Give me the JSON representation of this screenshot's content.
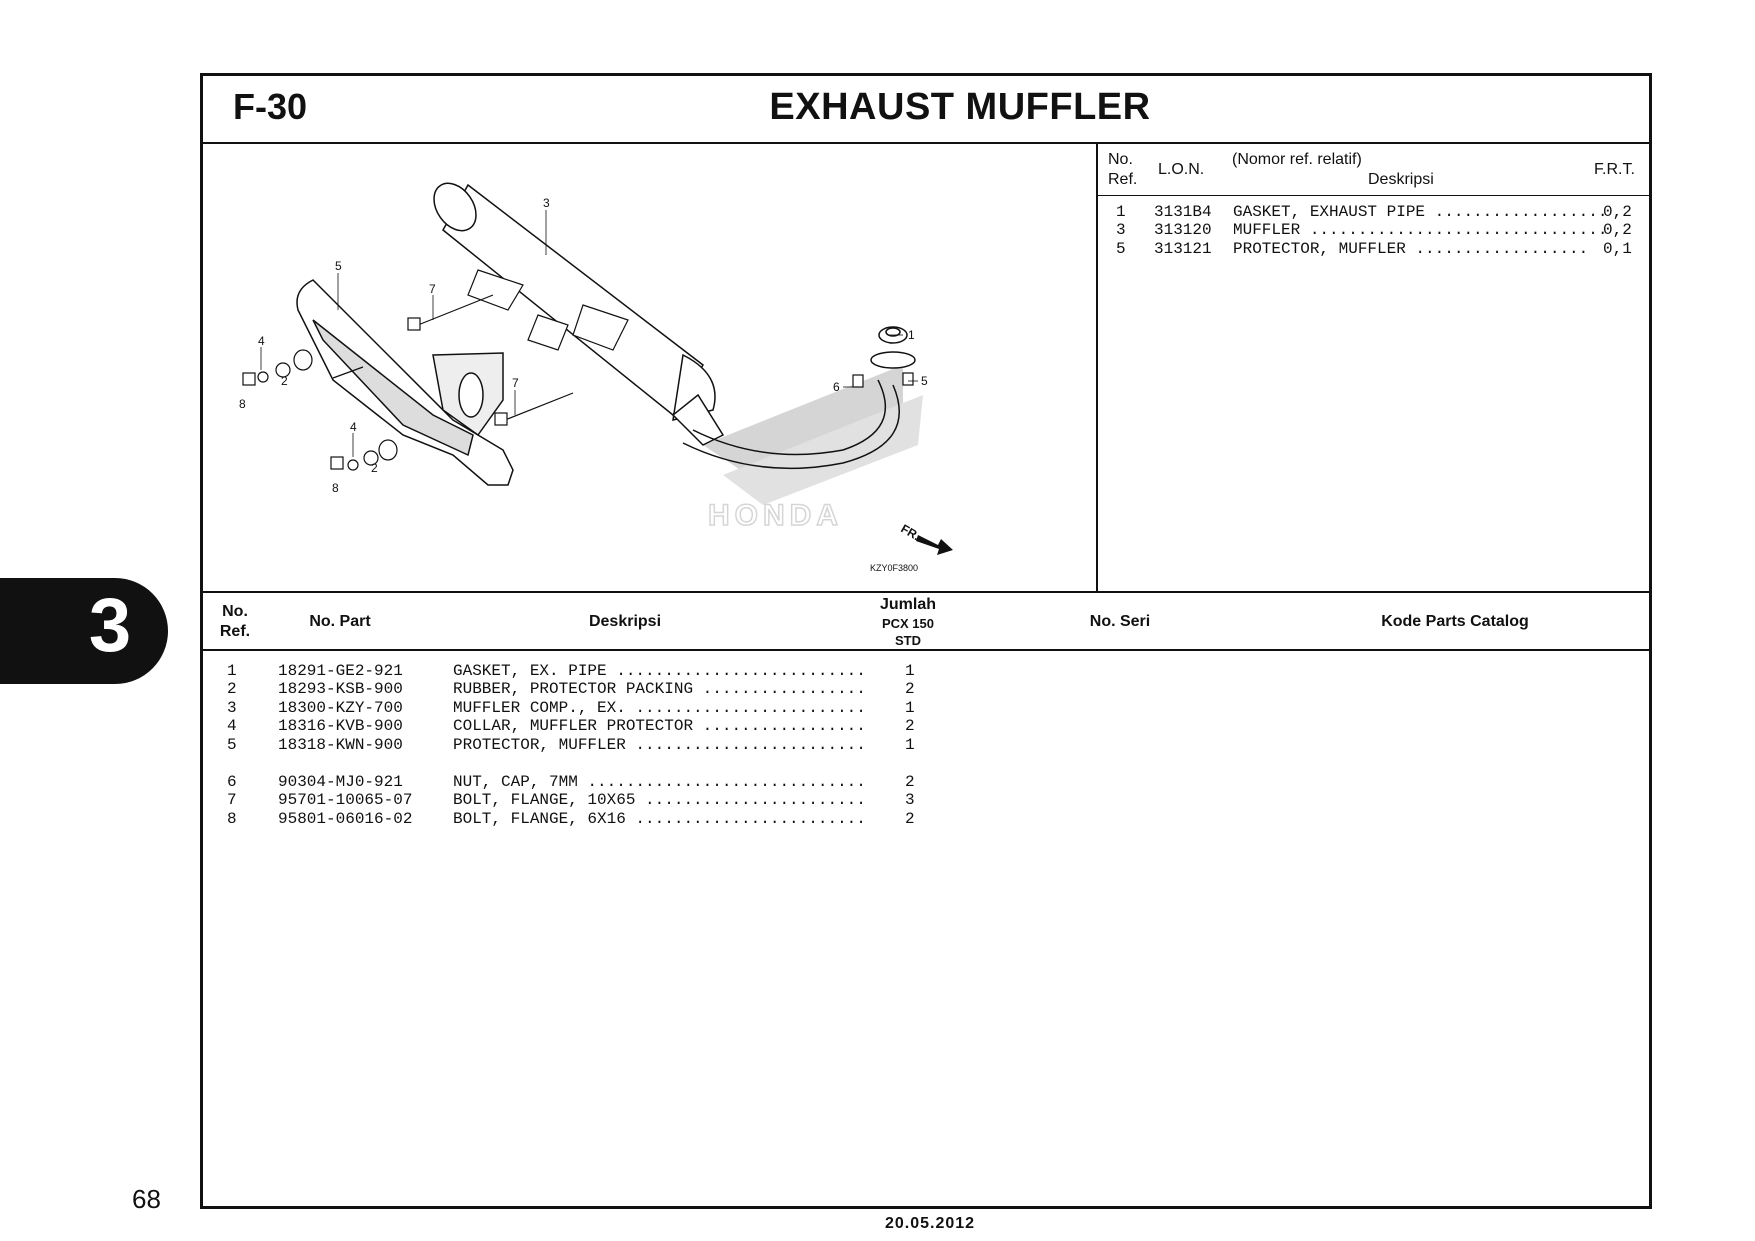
{
  "header": {
    "code": "F-30",
    "title": "EXHAUST MUFFLER"
  },
  "diagram": {
    "callouts": [
      "1",
      "2",
      "3",
      "4",
      "5",
      "6",
      "7",
      "8"
    ],
    "watermark": "HONDA",
    "direction_label": "FR.",
    "drawing_code": "KZY0F3800"
  },
  "frt_table": {
    "headers": {
      "no": "No.",
      "ref": "Ref.",
      "lon": "L.O.N.",
      "nomor": "(Nomor ref. relatif)",
      "deskripsi": "Deskripsi",
      "frt": "F.R.T."
    },
    "rows": [
      {
        "ref": "1",
        "lon": "3131B4",
        "desc": "GASKET, EXHAUST PIPE ..................",
        "frt": "0,2"
      },
      {
        "ref": "3",
        "lon": "313120",
        "desc": "MUFFLER ...............................",
        "frt": "0,2"
      },
      {
        "ref": "5",
        "lon": "313121",
        "desc": "PROTECTOR, MUFFLER ..................",
        "frt": "0,1"
      }
    ]
  },
  "parts_table": {
    "headers": {
      "no": "No.",
      "ref": "Ref.",
      "part": "No. Part",
      "desc": "Deskripsi",
      "jumlah": "Jumlah",
      "model": "PCX 150",
      "std": "STD",
      "seri": "No. Seri",
      "catalog": "Kode Parts Catalog"
    },
    "rows": [
      {
        "ref": "1",
        "part": "18291-GE2-921",
        "desc": "GASKET, EX. PIPE ..........................",
        "qty": "1"
      },
      {
        "ref": "2",
        "part": "18293-KSB-900",
        "desc": "RUBBER, PROTECTOR PACKING .................",
        "qty": "2"
      },
      {
        "ref": "3",
        "part": "18300-KZY-700",
        "desc": "MUFFLER COMP., EX. ........................",
        "qty": "1"
      },
      {
        "ref": "4",
        "part": "18316-KVB-900",
        "desc": "COLLAR, MUFFLER PROTECTOR .................",
        "qty": "2"
      },
      {
        "ref": "5",
        "part": "18318-KWN-900",
        "desc": "PROTECTOR, MUFFLER ........................",
        "qty": "1"
      },
      {
        "ref": "6",
        "part": "90304-MJ0-921",
        "desc": "NUT, CAP, 7MM .............................",
        "qty": "2"
      },
      {
        "ref": "7",
        "part": "95701-10065-07",
        "desc": "BOLT, FLANGE, 10X65 .......................",
        "qty": "3"
      },
      {
        "ref": "8",
        "part": "95801-06016-02",
        "desc": "BOLT, FLANGE, 6X16 ........................",
        "qty": "2"
      }
    ]
  },
  "section_tab": "3",
  "page_number": "68",
  "footer_date": "20.05.2012"
}
